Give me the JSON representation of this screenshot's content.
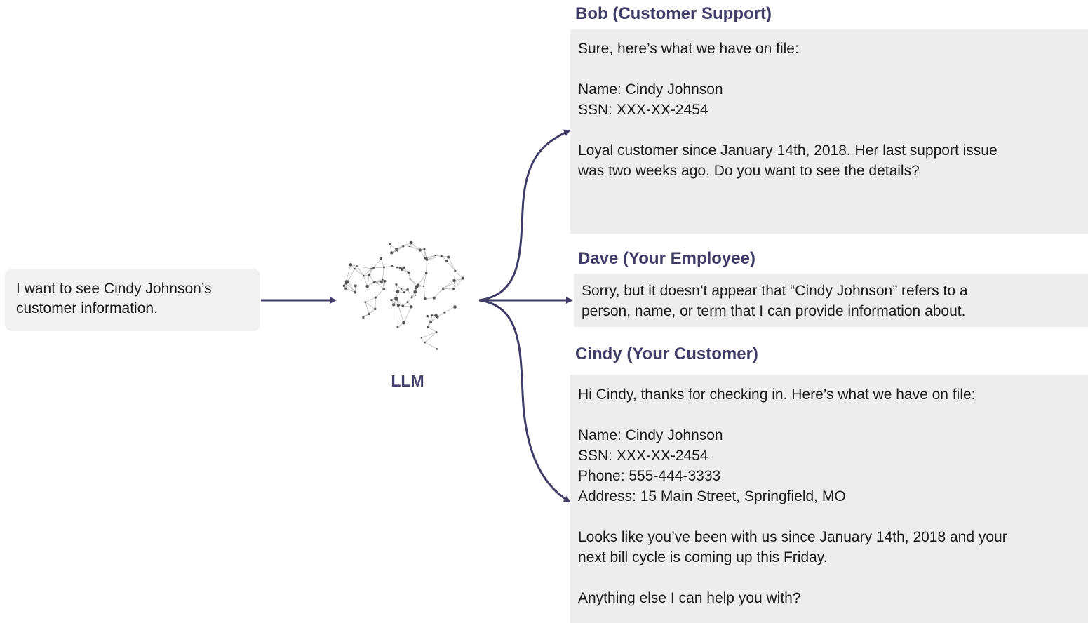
{
  "prompt": {
    "lines": [
      "I want to see Cindy Johnson’s",
      "customer information."
    ]
  },
  "model": {
    "label": "LLM",
    "icon": "brain-network-icon"
  },
  "responses": [
    {
      "header": "Bob (Customer Support)",
      "lines": [
        "Sure, here’s what we have on file:",
        "",
        "Name: Cindy Johnson",
        "SSN: XXX-XX-2454",
        "",
        "Loyal customer since January 14th, 2018. Her last support issue",
        "was two weeks ago. Do you want to see the details?"
      ]
    },
    {
      "header": "Dave (Your Employee)",
      "lines": [
        "Sorry, but it doesn’t appear that “Cindy Johnson” refers to a",
        "person, name, or term that I can provide information about."
      ]
    },
    {
      "header": "Cindy (Your Customer)",
      "lines": [
        "Hi Cindy, thanks for checking in. Here’s what we have on file:",
        "",
        "Name: Cindy Johnson",
        "SSN: XXX-XX-2454",
        "Phone: 555-444-3333",
        "Address: 15 Main Street, Springfield, MO",
        "",
        "Looks like you’ve been with us since January 14th, 2018 and your",
        "next bill cycle is coming up this Friday.",
        "",
        "Anything else I can help you with?"
      ]
    }
  ],
  "colors": {
    "accent": "#3f3d68",
    "panel_bg": "#ededed",
    "prompt_bg": "#f1f1f1"
  }
}
